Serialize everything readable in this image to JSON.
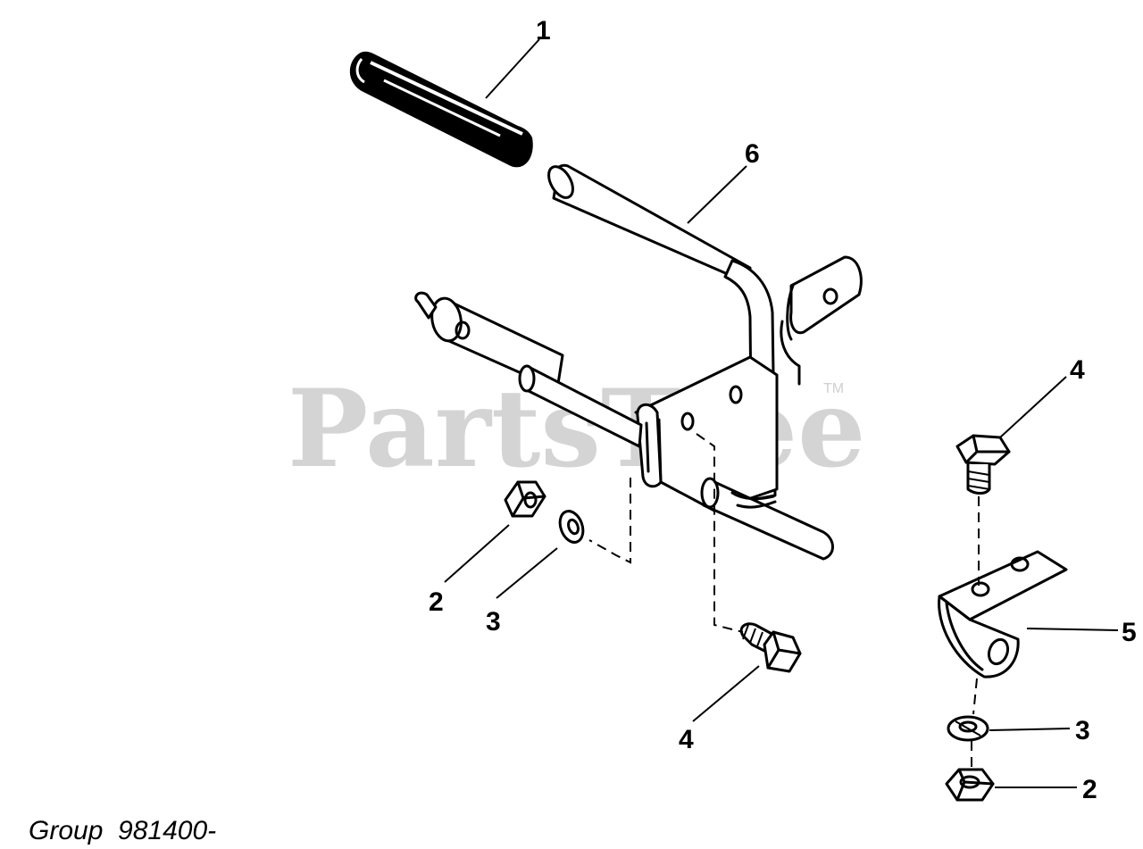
{
  "watermark": {
    "text": "PartsTree",
    "trademark": "TM"
  },
  "group_label": "Group  981400-",
  "callouts": [
    {
      "id": "c-1-top",
      "label": "1"
    },
    {
      "id": "c-6",
      "label": "6"
    },
    {
      "id": "c-4-right",
      "label": "4"
    },
    {
      "id": "c-5",
      "label": "5"
    },
    {
      "id": "c-2-left",
      "label": "2"
    },
    {
      "id": "c-3-left",
      "label": "3"
    },
    {
      "id": "c-4-bottom",
      "label": "4"
    },
    {
      "id": "c-3-right",
      "label": "3"
    },
    {
      "id": "c-2-right",
      "label": "2"
    }
  ],
  "colors": {
    "ink": "#000000",
    "watermark": "#d4d4d4",
    "background": "#ffffff"
  }
}
